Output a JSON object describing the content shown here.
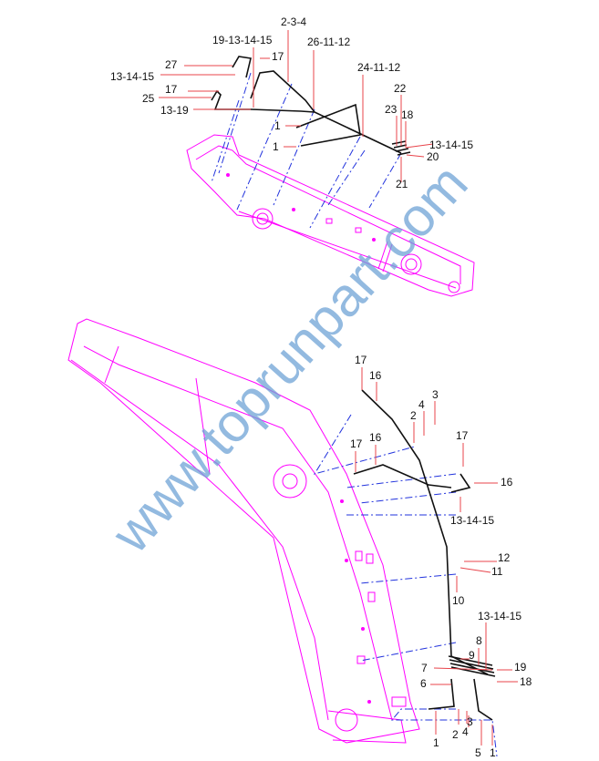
{
  "watermark": "www.toprunpart.com",
  "colors": {
    "frame": "#ff00ff",
    "hose": "#111111",
    "centerline": "#2233dd",
    "leader": "#e8444b",
    "watermark": "#6fa3d6"
  },
  "top_labels": [
    "2-3-4",
    "19-13-14-15",
    "26-11-12",
    "17",
    "27",
    "13-14-15",
    "24-11-12",
    "22",
    "17",
    "25",
    "13-19",
    "23",
    "18",
    "1",
    "1",
    "13-14-15",
    "20",
    "21"
  ],
  "bottom_labels": [
    "17",
    "16",
    "3",
    "4",
    "2",
    "17",
    "16",
    "17",
    "16",
    "13-14-15",
    "12",
    "11",
    "10",
    "13-14-15",
    "8",
    "9",
    "7",
    "19",
    "6",
    "18",
    "3",
    "2",
    "4",
    "1",
    "5",
    "1"
  ]
}
